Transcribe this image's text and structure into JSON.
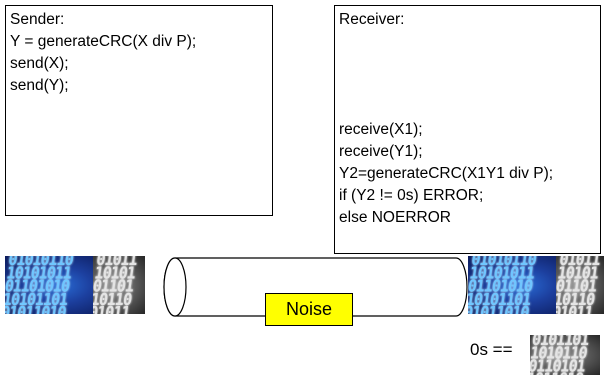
{
  "sender": {
    "title": "Sender:",
    "lines": [
      "Y = generateCRC(X div P);",
      "send(X);",
      "send(Y);"
    ]
  },
  "receiver": {
    "title": "Receiver:",
    "lines": [
      "receive(X1);",
      "receive(Y1);",
      "Y2=generateCRC(X1Y1 div P);",
      "if (Y2 != 0s) ERROR;",
      "else NOERROR"
    ]
  },
  "channel": {
    "label": "Noise"
  },
  "zeros": {
    "label": "0s =="
  },
  "colors": {
    "noise_fill": "#ffff00",
    "binary_blue": "#1c3f9e",
    "binary_grey": "#5a5a5a"
  }
}
